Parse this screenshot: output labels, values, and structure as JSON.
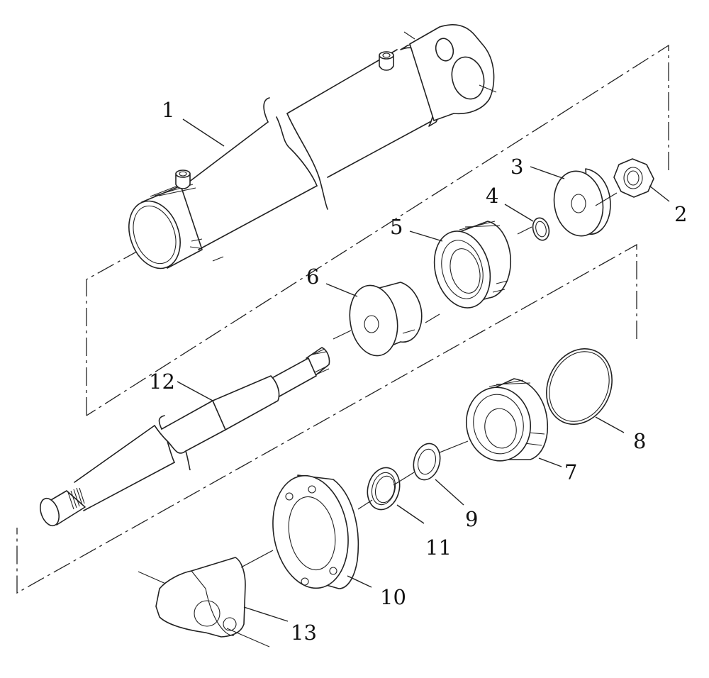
{
  "diagram": {
    "callouts": [
      {
        "id": "1",
        "part": "cylinder-barrel"
      },
      {
        "id": "2",
        "part": "nut"
      },
      {
        "id": "3",
        "part": "piston-washer"
      },
      {
        "id": "4",
        "part": "o-ring"
      },
      {
        "id": "5",
        "part": "piston"
      },
      {
        "id": "6",
        "part": "spacer"
      },
      {
        "id": "7",
        "part": "gland"
      },
      {
        "id": "8",
        "part": "backup-ring"
      },
      {
        "id": "9",
        "part": "rod-seal"
      },
      {
        "id": "10",
        "part": "gland-nut"
      },
      {
        "id": "11",
        "part": "wiper"
      },
      {
        "id": "12",
        "part": "piston-rod"
      },
      {
        "id": "13",
        "part": "rod-clevis"
      }
    ],
    "stroke_color": "#222222",
    "background": "#ffffff"
  }
}
